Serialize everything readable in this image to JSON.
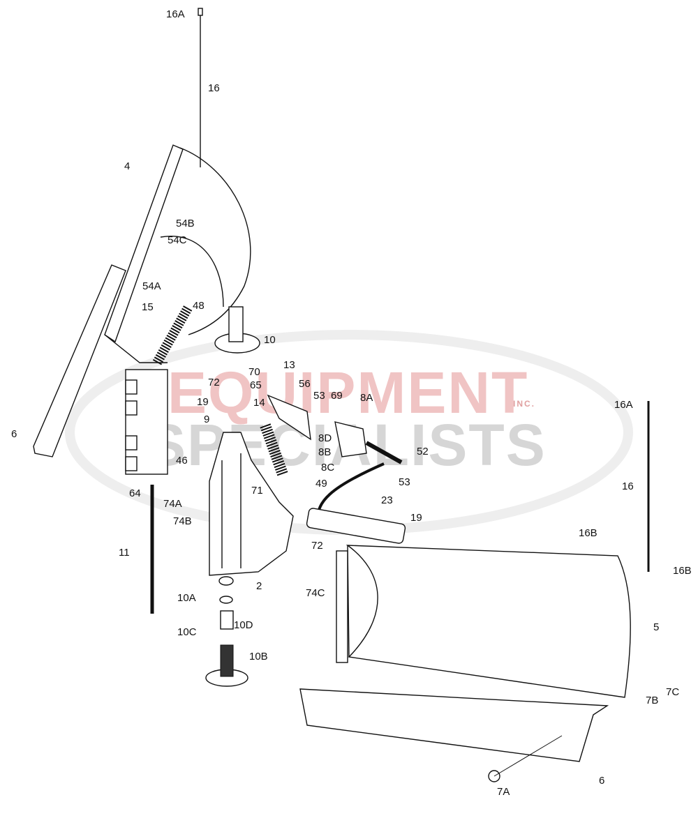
{
  "watermark": {
    "line1": "EQUIPMENT",
    "line2": "SPECIALISTS",
    "suffix": "INC.",
    "color_primary": "#e8b4b4",
    "color_secondary": "#c8c8c8"
  },
  "callouts": [
    "16A",
    "16",
    "4",
    "54B",
    "54C",
    "54A",
    "15",
    "48",
    "10",
    "72",
    "70",
    "65",
    "13",
    "56",
    "53",
    "69",
    "8A",
    "19",
    "14",
    "9",
    "8D",
    "8B",
    "52",
    "8C",
    "53",
    "6",
    "46",
    "71",
    "64",
    "49",
    "23",
    "74A",
    "74B",
    "19",
    "72",
    "11",
    "16B",
    "16B",
    "16A",
    "16",
    "2",
    "74C",
    "10A",
    "10D",
    "10C",
    "10B",
    "5",
    "7B",
    "7C",
    "6",
    "7A"
  ]
}
